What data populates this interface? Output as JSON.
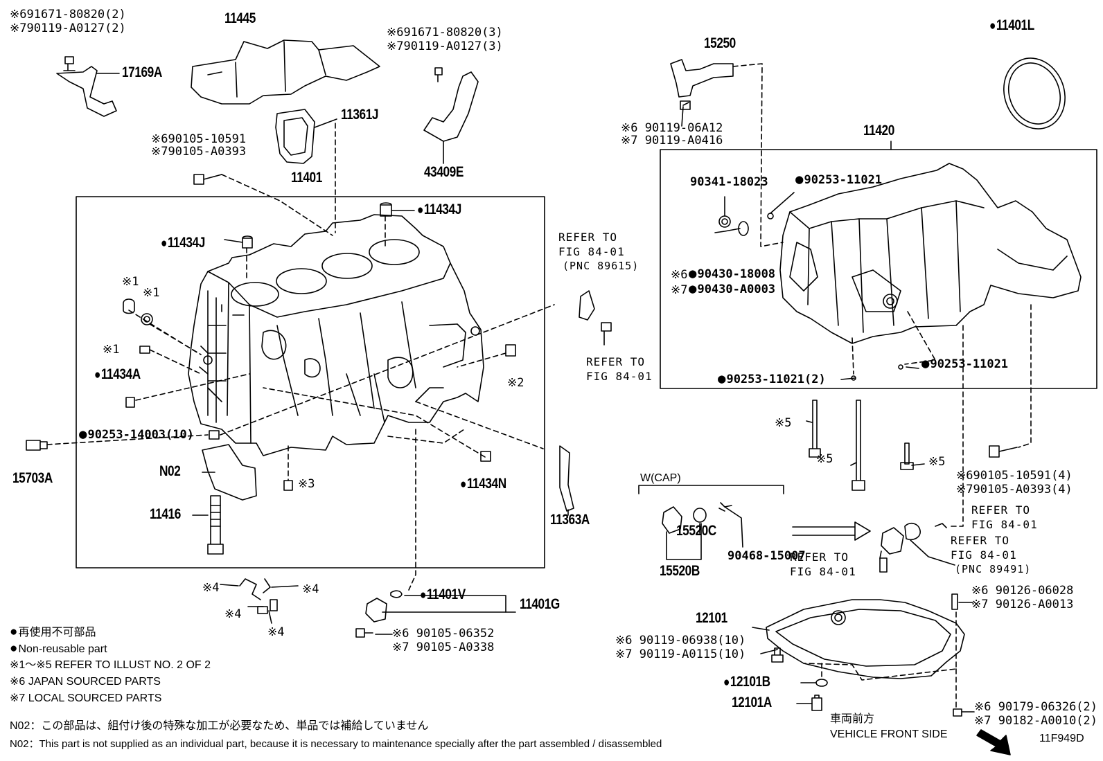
{
  "labels": {
    "l_691671_80820_2": "※691671-80820(2)",
    "l_790119_A0127_2": "※790119-A0127(2)",
    "p17169A": "17169A",
    "p11445": "11445",
    "l_691671_80820_3": "※691671-80820(3)",
    "l_790119_A0127_3": "※790119-A0127(3)",
    "p11361J": "11361J",
    "p43409E": "43409E",
    "l_690105_10591": "※690105-10591",
    "l_790105_A0393": "※790105-A0393",
    "p11401": "11401",
    "p11434J_a": "11434J",
    "p11434J_b": "11434J",
    "star1_a": "※1",
    "star1_b": "※1",
    "star1_c": "※1",
    "p11434A": "11434A",
    "star2": "※2",
    "p90253_14003": "90253-14003(10)",
    "p15703A": "15703A",
    "pN02": "N02",
    "star3": "※3",
    "p11416": "11416",
    "p11434N": "11434N",
    "p11363A": "11363A",
    "refer1_a": "REFER TO",
    "refer1_b": "FIG 84-01",
    "refer1_c": "(PNC 89615)",
    "refer2_a": "REFER TO",
    "refer2_b": "FIG 84-01",
    "p15250": "15250",
    "l_690119_06A12": "※6 90119-06A12",
    "l_790119_A0416": "※7 90119-A0416",
    "p11401L": "11401L",
    "p11420": "11420",
    "p90341_18023": "90341-18023",
    "p90253_11021_a": "90253-11021",
    "l6_90430_18008": "※6",
    "p90430_18008": "90430-18008",
    "l7_90430_A0003": "※7",
    "p90430_A0003": "90430-A0003",
    "p90253_11021_b": "90253-11021",
    "p90253_11021_2": "90253-11021(2)",
    "star5_a": "※5",
    "star5_b": "※5",
    "star5_c": "※5",
    "l_690105_10591_4": "※690105-10591(4)",
    "l_790105_A0393_4": "※790105-A0393(4)",
    "wcap": "W(CAP)",
    "p15520C": "15520C",
    "p90468_15007": "90468-15007",
    "p15520B": "15520B",
    "refer3_a": "REFER TO",
    "refer3_b": "FIG 84-01",
    "refer4_a": "REFER TO",
    "refer4_b": "FIG 84-01",
    "refer5_a": "REFER TO",
    "refer5_b": "FIG 84-01",
    "refer5_c": "(PNC 89491)",
    "l_690126_06028": "※6 90126-06028",
    "l_790126_A0013": "※7 90126-A0013",
    "p12101": "12101",
    "l_690119_06938": "※6 90119-06938(10)",
    "l_790119_A0115": "※7 90119-A0115(10)",
    "p12101B": "12101B",
    "p12101A": "12101A",
    "l_690179_06326": "※6 90179-06326(2)",
    "l_790182_A0010": "※7 90182-A0010(2)",
    "star4_a": "※4",
    "star4_b": "※4",
    "star4_c": "※4",
    "star4_d": "※4",
    "p11401V": "11401V",
    "p11401G": "11401G",
    "l_690105_06352": "※6 90105-06352",
    "l_790105_A0338": "※7 90105-A0338",
    "front_jp": "車両前方",
    "front_en": "VEHICLE FRONT SIDE",
    "diagram_id": "11F949D"
  },
  "legend": {
    "nonreuse_jp": "再使用不可部品",
    "nonreuse_en": "Non-reusable part",
    "refer_illust": "※1～※5  REFER TO ILLUST NO. 2 OF 2",
    "japan": "※6 JAPAN SOURCED PARTS",
    "local": "※7 LOCAL SOURCED PARTS"
  },
  "notes": {
    "n02_jp": "N02：この部品は、組付け後の特殊な加工が必要なため、単品では補給していません",
    "n02_en": "N02：This part is not supplied as an individual part, because it is necessary to maintenance specially after the part assembled / disassembled"
  }
}
